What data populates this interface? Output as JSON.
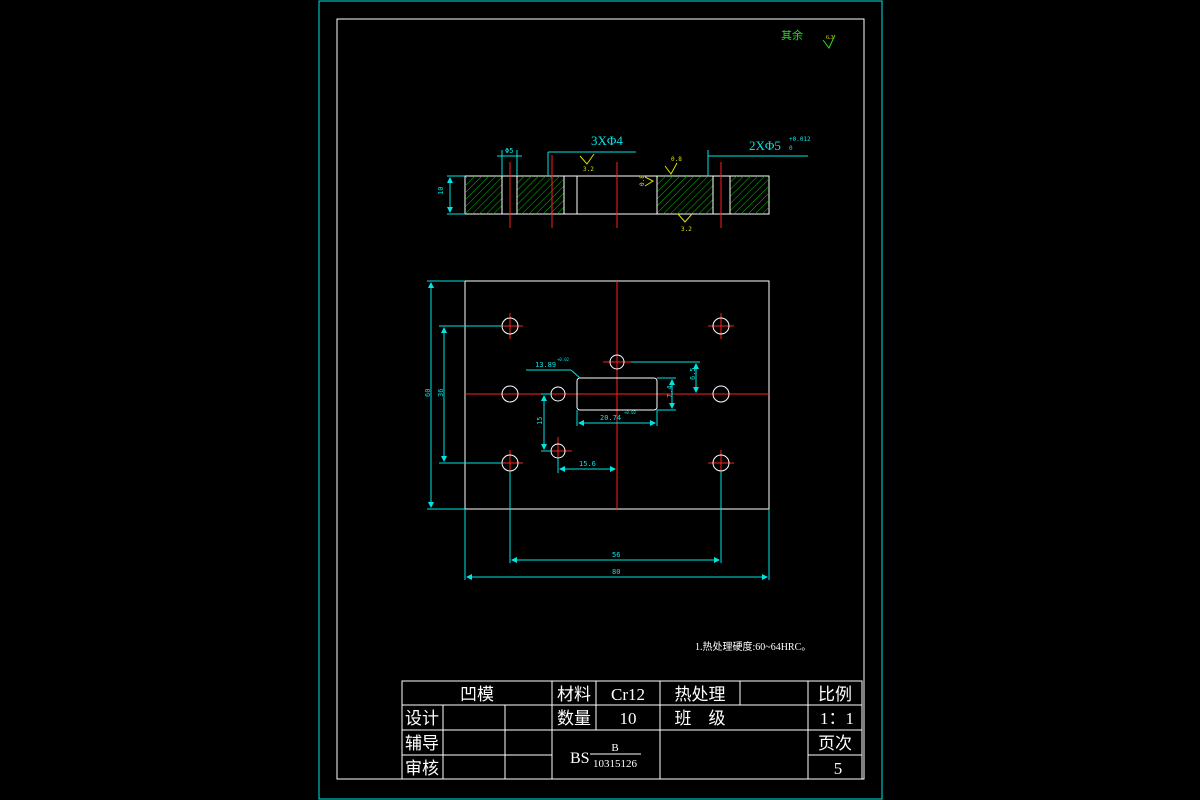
{
  "colors": {
    "background": "#000000",
    "frame": "#00e5e5",
    "outline": "#ffffff",
    "center_line": "#ff2020",
    "dimension": "#00e5e5",
    "hatch": "#00c000",
    "roughness": "#e0e000",
    "note_green": "#22dd22"
  },
  "top_roughness": {
    "label": "其余",
    "value": "6.3"
  },
  "section_view": {
    "callout_holes": "3XΦ4",
    "callout_pin": "2XΦ5",
    "pin_tol_upper": "+0.012",
    "pin_tol_lower": "0",
    "dim_thickness": "10",
    "dim_width": "Φ5",
    "roughness_1": "3.2",
    "roughness_2": "0.8",
    "roughness_3": "0.8",
    "roughness_4": "3.2"
  },
  "plan_view": {
    "dim_overall_width": "80",
    "dim_hole_span_x": "56",
    "dim_overall_height": "60",
    "dim_hole_span_y": "36",
    "dim_slot_length": "20.74",
    "dim_slot_offset": "13.89",
    "dim_slot_height": "7.4",
    "dim_slot_offset_y": "6.5",
    "dim_pin_offset_x": "15.6",
    "dim_pin_offset_y": "15",
    "tol_suffix": "+0.02"
  },
  "notes": {
    "tech_requirement": "1.热处理硬度:60~64HRC。"
  },
  "title_block": {
    "part_name": "凹模",
    "material_label": "材料",
    "material_value": "Cr12",
    "heat_treatment": "热处理",
    "scale_label": "比例",
    "scale_value": "1：1",
    "design_label": "设计",
    "quantity_label": "数量",
    "quantity_value": "10",
    "class_label": "班　级",
    "guide_label": "辅导",
    "page_label": "页次",
    "page_value": "5",
    "review_label": "审核",
    "drawing_no_prefix": "BS",
    "drawing_no_top": "B",
    "drawing_no_bottom": "10315126"
  }
}
